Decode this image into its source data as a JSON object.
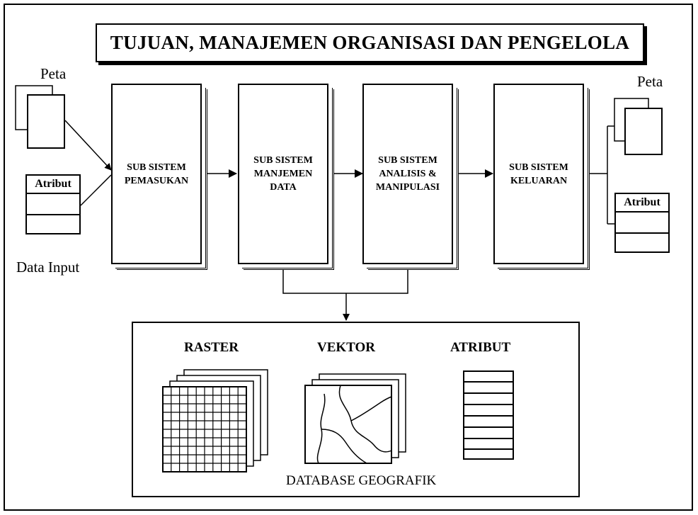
{
  "title": "TUJUAN, MANAJEMEN ORGANISASI DAN PENGELOLA",
  "input": {
    "peta_label": "Peta",
    "atribut_label": "Atribut",
    "caption": "Data Input"
  },
  "output": {
    "peta_label": "Peta",
    "atribut_label": "Atribut"
  },
  "subsystems": [
    {
      "label": "SUB SISTEM\nPEMASUKAN"
    },
    {
      "label": "SUB SISTEM\nMANJEMEN\nDATA"
    },
    {
      "label": "SUB SISTEM\nANALISIS &\nMANIPULASI"
    },
    {
      "label": "SUB SISTEM\nKELUARAN"
    }
  ],
  "database": {
    "raster_label": "RASTER",
    "vektor_label": "VEKTOR",
    "atribut_label": "ATRIBUT",
    "caption": "DATABASE GEOGRAFIK"
  }
}
